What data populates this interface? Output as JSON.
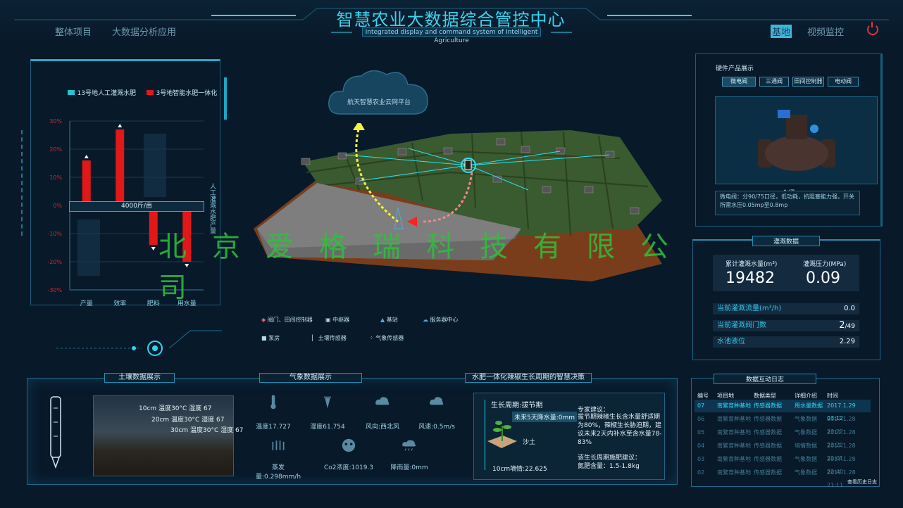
{
  "header": {
    "title": "智慧农业大数据综合管控中心",
    "subtitle": "Integrated display and command system of Intelligent Agriculture",
    "nav_left": [
      "整体项目",
      "大数据分析应用"
    ],
    "nav_right": [
      "基地",
      "视频监控"
    ]
  },
  "left_chart": {
    "chart_data": {
      "type": "bar",
      "categories": [
        "产量",
        "效率",
        "肥料",
        "用水量"
      ],
      "series": [
        {
          "name": "13号地人工灌溉水肥",
          "values": [
            0,
            0,
            0,
            0
          ]
        },
        {
          "name": "3号地智能水肥一体化",
          "values": [
            16,
            27,
            -14,
            -20
          ]
        }
      ],
      "ylim": [
        -30,
        30
      ],
      "yticks": [
        "30%",
        "20%",
        "10%",
        "0%",
        "-10%",
        "-20%",
        "-30%"
      ],
      "ylabel": "人工灌溉水肥产量",
      "baseline_label": "4000斤/亩"
    }
  },
  "center": {
    "cloud_label": "航天智慧农业云网平台",
    "watermark": "北京爱格瑞科技有限公司",
    "legend": [
      "阀门、田间控制器",
      "中继器",
      "基站",
      "服务器中心",
      "泵房",
      "土壤传感器",
      "气象传感器"
    ]
  },
  "hardware": {
    "title": "硬件产品展示",
    "tabs": [
      "微电阀",
      "三通阀",
      "田间控制器",
      "电动阀"
    ],
    "intro_title": "介绍",
    "intro_text": "微电阀：分90/75口径，低功耗，抗阻塞能力强，开关所需水压0.05mp至0.8mp"
  },
  "irrigation": {
    "title": "灌溉数据",
    "total_label": "累计灌溉水量(m³)",
    "total_value": "19482",
    "pressure_label": "灌溉压力(MPa)",
    "pressure_value": "0.09",
    "rows": [
      {
        "label": "当前灌溉流量(m³/h)",
        "value": "0.0"
      },
      {
        "label": "当前灌溉阀门数",
        "value": "2",
        "suffix": "/49"
      },
      {
        "label": "水池液位",
        "value": "2.29"
      }
    ]
  },
  "soil": {
    "title": "土壤数据展示",
    "layers": [
      "10cm 温度30°C 湿度 67",
      "20cm 温度30°C 湿度 67",
      "30cm 温度30°C 湿度 67"
    ]
  },
  "weather": {
    "title": "气象数据展示",
    "items": [
      {
        "icon": "thermometer-icon",
        "label": "温度17.727"
      },
      {
        "icon": "humidity-icon",
        "label": "湿度61.754"
      },
      {
        "icon": "wind-direction-icon",
        "label": "风向:西北风"
      },
      {
        "icon": "wind-speed-icon",
        "label": "风速:0.5m/s"
      },
      {
        "icon": "evaporation-icon",
        "label": "蒸发量:0.298mm/h"
      },
      {
        "icon": "co2-icon",
        "label": "Co2浓度:1019.3"
      },
      {
        "icon": "rainfall-icon",
        "label": "降雨量:0mm"
      }
    ]
  },
  "decision": {
    "title": "水肥一体化辣椒生长周期的智慧决策",
    "period": "生长周期:拔节期",
    "forecast": "未来5天降水量:0mm",
    "soil_type": "沙土",
    "moisture": "10cm墒情:22.625",
    "advice_title": "专家建议：",
    "advice_text": "拔节期辣椒生长含水量舒适期为80%，辣椒生长胁迫期，建议未来2天内补水至含水量78-83%",
    "fertilizer_title": "该生长周期施肥建议：",
    "fertilizer_text": "氮肥含量：1.5-1.8kg"
  },
  "log": {
    "title": "数据互动日志",
    "headers": [
      "编号",
      "项目地",
      "数据类型",
      "详细介绍",
      "时间"
    ],
    "rows": [
      [
        "07",
        "南繁育种基地",
        "传感器数据",
        "用水量数据",
        "2017.1.29 03:12"
      ],
      [
        "06",
        "南繁育种基地",
        "传感器数据",
        "气象数据",
        "2017.1.28 23:22"
      ],
      [
        "05",
        "南繁育种基地",
        "传感器数据",
        "气象数据",
        "2017.1.28 23:22"
      ],
      [
        "04",
        "南繁育种基地",
        "传感器数据",
        "墒情数据",
        "2017.1.28 22:01"
      ],
      [
        "03",
        "南繁育种基地",
        "传感器数据",
        "气象数据",
        "2017.1.28 22:40"
      ],
      [
        "02",
        "南繁育种基地",
        "传感器数据",
        "气象数据",
        "2017.1.28 21:11"
      ]
    ],
    "footer_link": "查看历史日志"
  },
  "colors": {
    "accent": "#29d8f3",
    "bar_red": "#e01818",
    "bar_cyan": "#1fc6d8",
    "watermark": "#2ec13c"
  }
}
